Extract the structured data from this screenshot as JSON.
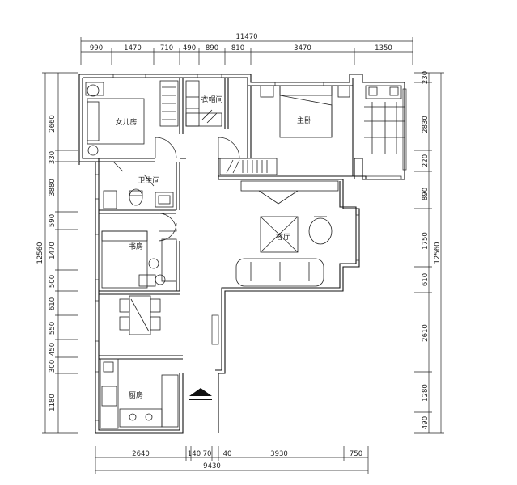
{
  "dimensions": {
    "top_total": "11470",
    "top_segments": [
      "990",
      "1470",
      "710",
      "490",
      "890",
      "810",
      "3470",
      "1350"
    ],
    "bottom_segments": [
      "2640",
      "140",
      "70",
      "40",
      "3930",
      "750"
    ],
    "bottom_total": "9430",
    "left_segments": [
      "2660",
      "330",
      "3880",
      "590",
      "1470",
      "500",
      "610",
      "550",
      "450",
      "300",
      "1180"
    ],
    "left_total": "12560",
    "right_segments": [
      "230",
      "2830",
      "220",
      "890",
      "1750",
      "610",
      "2610",
      "1280",
      "490"
    ],
    "right_total": "12560"
  },
  "rooms": {
    "girls_room": "女儿房",
    "cloakroom": "衣帽间",
    "master_bedroom": "主卧",
    "bathroom": "卫生间",
    "living_room": "客厅",
    "study": "书房",
    "kitchen": "厨房"
  },
  "colors": {
    "line": "#111111",
    "background": "#ffffff"
  }
}
